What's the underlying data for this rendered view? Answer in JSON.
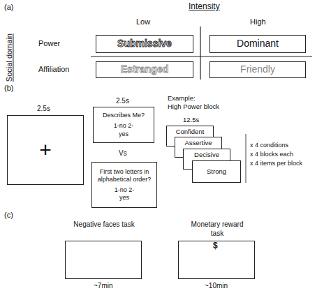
{
  "diagram": {
    "nodes": [
      {
        "text": [
          "Submissive"
        ]
      },
      {
        "text": [
          "Dominant"
        ]
      },
      {
        "text": [
          "Estranged"
        ]
      },
      {
        "text": [
          "Friendly"
        ]
      },
      {
        "text": [
          "+"
        ]
      },
      {
        "text": [
          "Describes Me?",
          "1-no 2-yes"
        ]
      },
      {
        "text": [
          "First two letters in alphabetical order?",
          "1-no 2-yes"
        ]
      },
      {
        "text": [
          "Confident"
        ]
      },
      {
        "text": [
          "Assertive"
        ]
      },
      {
        "text": [
          "Decisive"
        ]
      },
      {
        "text": [
          "Strong"
        ]
      },
      {
        "text": [
          "Negative faces task"
        ]
      },
      {
        "text": [
          "Monetary reward task"
        ]
      }
    ],
    "labels": [
      "(a)",
      "Intensity",
      "Low",
      "High",
      "Social domain",
      "Power",
      "Affiliation",
      "(b)",
      "2.5s",
      "2.5s",
      "Vs",
      "Example:",
      "High Power block",
      "12.5s",
      "x 4 conditions",
      "x 4 blocks each",
      "x 4 items per block",
      "(c)",
      "$",
      "~7min",
      "~10min"
    ]
  }
}
